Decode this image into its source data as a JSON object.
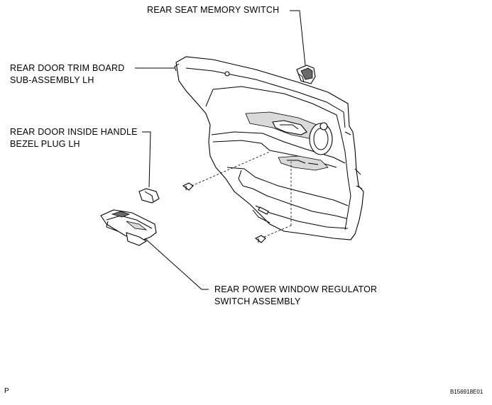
{
  "labels": {
    "memory_switch": "REAR SEAT MEMORY SWITCH",
    "trim_board_line1": "REAR DOOR TRIM BOARD",
    "trim_board_line2": "SUB-ASSEMBLY LH",
    "handle_plug_line1": "REAR DOOR INSIDE HANDLE",
    "handle_plug_line2": "BEZEL PLUG LH",
    "window_switch_line1": "REAR POWER WINDOW REGULATOR",
    "window_switch_line2": "SWITCH ASSEMBLY"
  },
  "footer": {
    "left_mark": "P",
    "figure_code": "B156918E01"
  }
}
